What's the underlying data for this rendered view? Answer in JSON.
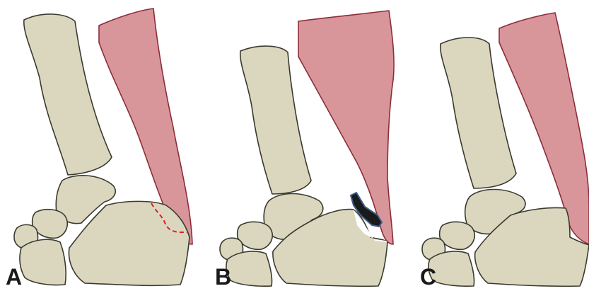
{
  "panels": [
    {
      "label": "A"
    },
    {
      "label": "B"
    },
    {
      "label": "C"
    }
  ],
  "colors": {
    "bone_fill": "#dbd7bf",
    "bone_outline": "#3a3a2f",
    "tendon_fill": "#d9969a",
    "tendon_outline": "#8b2d3a",
    "osteotomy_line": "#e02020",
    "implant_fill": "#1a1a1a",
    "implant_outline": "#3b5f8f"
  }
}
